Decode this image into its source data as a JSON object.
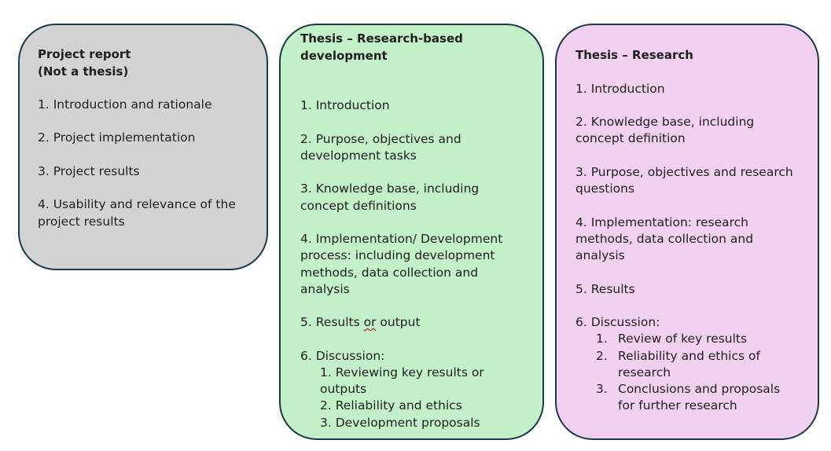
{
  "colors": {
    "border": "#1e3a4a",
    "report_fill": "#d3d3d3",
    "rbd_fill": "#c3efc9",
    "research_fill": "#f2d0ef"
  },
  "report": {
    "title_line1": "Project report",
    "title_line2": "(Not a thesis)",
    "item1": "1. Introduction and rationale",
    "item2": "2. Project implementation",
    "item3": "3. Project results",
    "item4_line1": "4. Usability and relevance of the",
    "item4_line2": "project results"
  },
  "rbd": {
    "title_line1": "Thesis  –  Research-based",
    "title_line2": "development",
    "item1": "1. Introduction",
    "item2_line1": "2. Purpose, objectives and",
    "item2_line2": "development tasks",
    "item3_line1": "3. Knowledge base, including",
    "item3_line2": "concept definitions",
    "item4_line1": "4. Implementation/ Development",
    "item4_line2": "process: including development",
    "item4_line3": "methods, data collection and",
    "item4_line4": "analysis",
    "item5_prefix": "5. Results ",
    "item5_word": "or",
    "item5_suffix": " output",
    "item6": "6. Discussion:",
    "sub1_line1": "1. Reviewing key results or",
    "sub1_line2": "outputs",
    "sub2": "2. Reliability and ethics",
    "sub3": "3. Development proposals"
  },
  "research": {
    "title": "Thesis  –  Research",
    "item1": "1. Introduction",
    "item2_line1": "2. Knowledge base, including",
    "item2_line2": "concept definition",
    "item3_line1": "3. Purpose, objectives and research",
    "item3_line2": "questions",
    "item4_line1": "4. Implementation: research",
    "item4_line2": "methods, data collection and",
    "item4_line3": "analysis",
    "item5": "5. Results",
    "item6": "6. Discussion:",
    "sub1_num": "1.",
    "sub1_text": "Review of key results",
    "sub2_num": "2.",
    "sub2_text_line1": "Reliability and ethics of",
    "sub2_text_line2": "research",
    "sub3_num": "3.",
    "sub3_text_line1": "Conclusions and proposals",
    "sub3_text_line2": "for further research"
  }
}
